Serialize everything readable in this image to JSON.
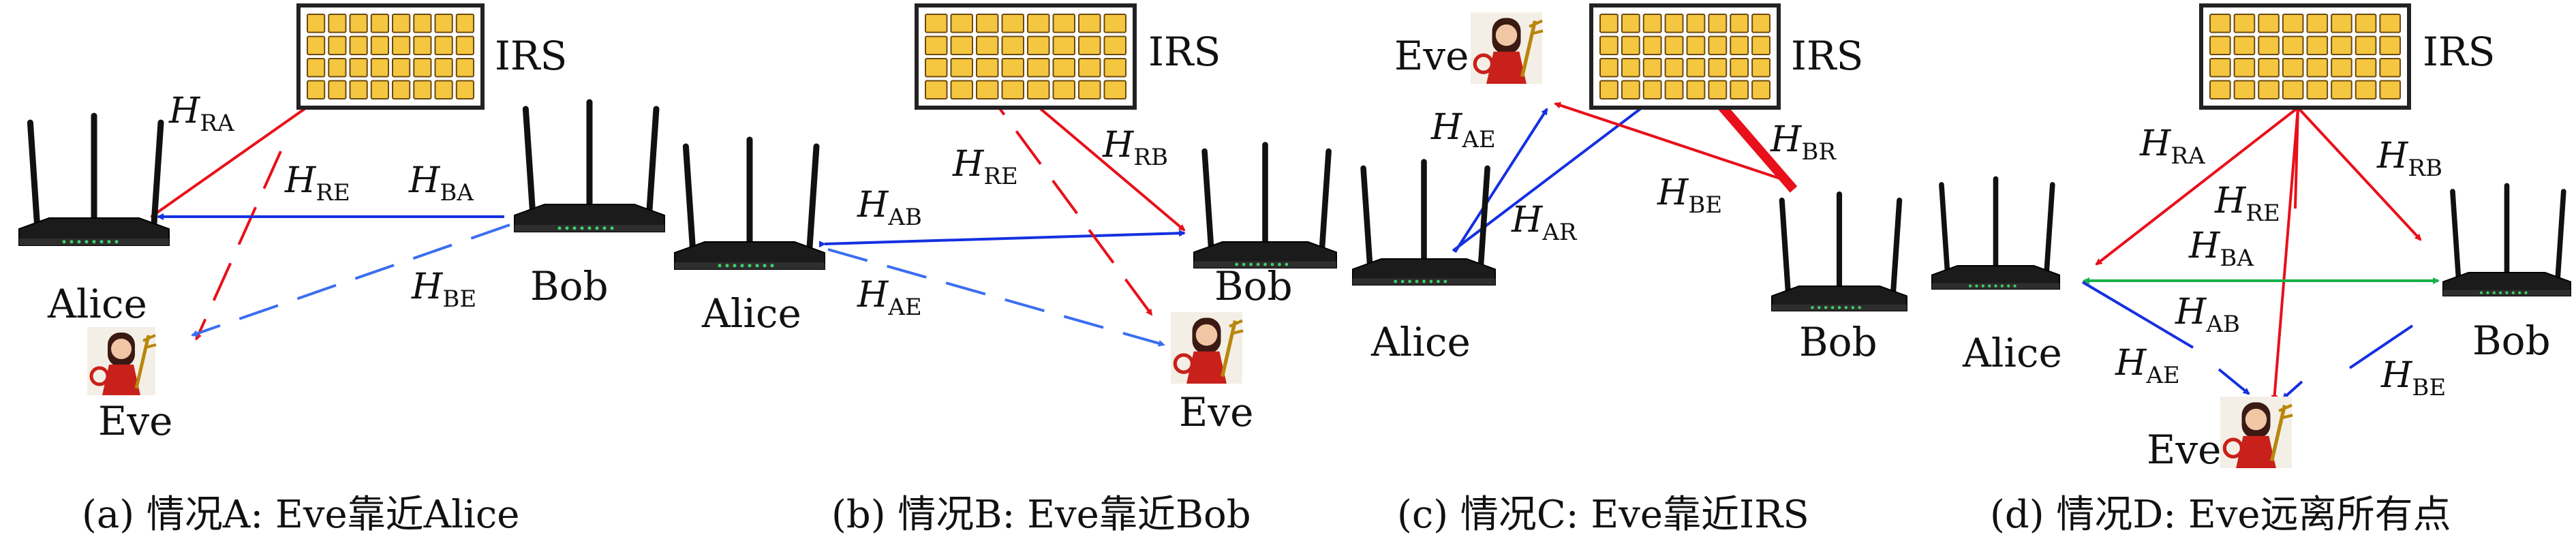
{
  "colors": {
    "red": "#e8101a",
    "blue": "#1530e0",
    "blue_dashed": "#3b6ef0",
    "green": "#18b24a",
    "irs_cell": "#f5c640",
    "irs_frame": "#222222"
  },
  "icons": {
    "router": "wireless-router-icon",
    "eavesdropper": "eve-portrait-icon",
    "irs": "irs-panel-icon"
  },
  "panels": [
    {
      "caption": "(a) 情况A: Eve靠近Alice",
      "nodes": {
        "irs": "IRS",
        "alice": "Alice",
        "bob": "Bob",
        "eve": "Eve"
      },
      "channels": [
        {
          "main": "H",
          "sub": "RA"
        },
        {
          "main": "H",
          "sub": "RE"
        },
        {
          "main": "H",
          "sub": "BA"
        },
        {
          "main": "H",
          "sub": "BE"
        }
      ]
    },
    {
      "caption": "(b) 情况B: Eve靠近Bob",
      "nodes": {
        "irs": "IRS",
        "alice": "Alice",
        "bob": "Bob",
        "eve": "Eve"
      },
      "channels": [
        {
          "main": "H",
          "sub": "AB"
        },
        {
          "main": "H",
          "sub": "RE"
        },
        {
          "main": "H",
          "sub": "RB"
        },
        {
          "main": "H",
          "sub": "AE"
        }
      ]
    },
    {
      "caption": "(c) 情况C: Eve靠近IRS",
      "nodes": {
        "irs": "IRS",
        "alice": "Alice",
        "bob": "Bob",
        "eve": "Eve"
      },
      "channels": [
        {
          "main": "H",
          "sub": "AE"
        },
        {
          "main": "H",
          "sub": "AR"
        },
        {
          "main": "H",
          "sub": "BR"
        },
        {
          "main": "H",
          "sub": "BE"
        }
      ]
    },
    {
      "caption": "(d) 情况D: Eve远离所有点",
      "nodes": {
        "irs": "IRS",
        "alice": "Alice",
        "bob": "Bob",
        "eve": "Eve"
      },
      "channels": [
        {
          "main": "H",
          "sub": "RA"
        },
        {
          "main": "H",
          "sub": "RE"
        },
        {
          "main": "H",
          "sub": "RB"
        },
        {
          "main": "H",
          "sub": "BA"
        },
        {
          "main": "H",
          "sub": "AB"
        },
        {
          "main": "H",
          "sub": "AE"
        },
        {
          "main": "H",
          "sub": "BE"
        }
      ]
    }
  ]
}
